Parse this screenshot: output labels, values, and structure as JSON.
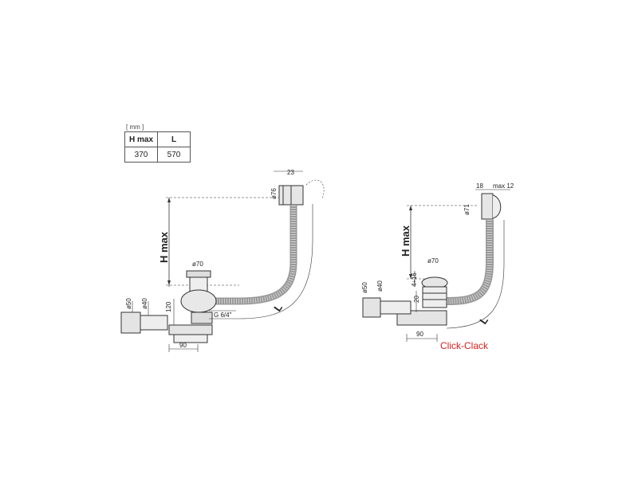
{
  "table": {
    "unit": "[ mm ]",
    "headers": [
      "H max",
      "L"
    ],
    "values": [
      "370",
      "570"
    ]
  },
  "left_drawing": {
    "h_label": "H max",
    "l_label": "L",
    "dims": {
      "d23": "23",
      "d76": "ø76",
      "d70": "ø70",
      "d50": "ø50",
      "d40": "ø40",
      "d120": "120",
      "thread": "G 6/4\"",
      "d90": "90"
    }
  },
  "right_drawing": {
    "h_label": "H max",
    "l_label": "L",
    "caption": "Click-Clack",
    "caption_color": "#d62020",
    "dims": {
      "d18": "18",
      "max12": "max 12",
      "d71": "ø71",
      "d70": "ø70",
      "d4_16": "4÷16",
      "d50": "ø50",
      "d40": "ø40",
      "d20": "20",
      "d90": "90"
    }
  }
}
